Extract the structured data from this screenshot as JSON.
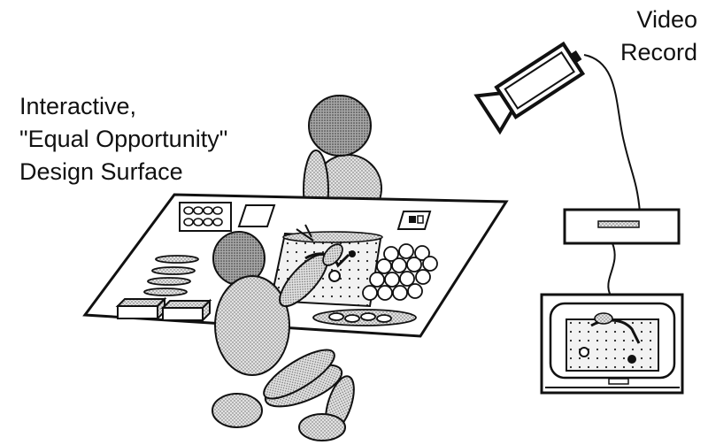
{
  "labels": {
    "surface_line1": "Interactive,",
    "surface_line2": "\"Equal Opportunity\"",
    "surface_line3": "Design Surface",
    "video_line1": "Video",
    "video_line2": "Record"
  },
  "colors": {
    "ink": "#111111",
    "figure_fill": "#cfcfcf",
    "head_fill": "#9a9a9a",
    "background": "#ffffff"
  },
  "icons": [
    "video-camera-icon",
    "vcr-recorder-icon",
    "monitor-icon"
  ]
}
